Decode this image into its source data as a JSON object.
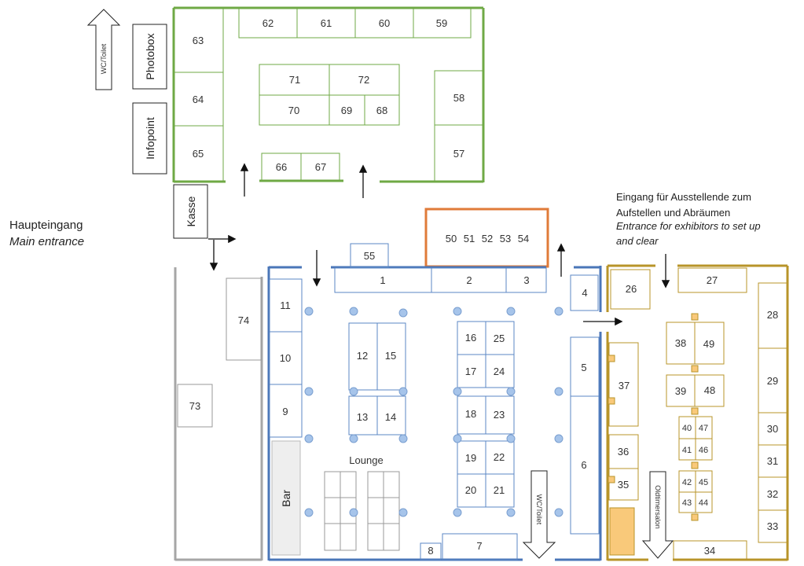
{
  "colors": {
    "green": "#6fa945",
    "blue": "#4a76b8",
    "boothBlue": "#5b87c4",
    "gold": "#b8942a",
    "orange": "#e07b39",
    "grey": "#a6a6a6",
    "pillar": "#a6c4ea",
    "barFill": "#eeeeee",
    "yellowFill": "#f9c97a"
  },
  "labels": {
    "main_entrance_de": "Haupteingang",
    "main_entrance_en": "Main entrance",
    "exhibitor_entrance_de_1": "Eingang für Ausstellende zum",
    "exhibitor_entrance_de_2": "Aufstellen und Abräumen",
    "exhibitor_entrance_en_1": "Entrance for exhibitors to set up",
    "exhibitor_entrance_en_2": "and clear",
    "photobox": "Photobox",
    "infopoint": "Infopoint",
    "kasse": "Kasse",
    "wc_toilet": "WC/Toilet",
    "bar": "Bar",
    "lounge": "Lounge",
    "oldtimersalon": "Oldtimersalon"
  },
  "booths": {
    "1": "1",
    "2": "2",
    "3": "3",
    "4": "4",
    "5": "5",
    "6": "6",
    "7": "7",
    "8": "8",
    "9": "9",
    "10": "10",
    "11": "11",
    "12": "12",
    "13": "13",
    "14": "14",
    "15": "15",
    "16": "16",
    "17": "17",
    "18": "18",
    "19": "19",
    "20": "20",
    "21": "21",
    "22": "22",
    "23": "23",
    "24": "24",
    "25": "25",
    "26": "26",
    "27": "27",
    "28": "28",
    "29": "29",
    "30": "30",
    "31": "31",
    "32": "32",
    "33": "33",
    "34": "34",
    "35": "35",
    "36": "36",
    "37": "37",
    "38": "38",
    "39": "39",
    "40": "40",
    "41": "41",
    "42": "42",
    "43": "43",
    "44": "44",
    "45": "45",
    "46": "46",
    "47": "47",
    "48": "48",
    "49": "49",
    "50": "50",
    "51": "51",
    "52": "52",
    "53": "53",
    "54": "54",
    "55": "55",
    "56": "",
    "57": "57",
    "58": "58",
    "59": "59",
    "60": "60",
    "61": "61",
    "62": "62",
    "63": "63",
    "64": "64",
    "65": "65",
    "66": "66",
    "67": "67",
    "68": "68",
    "69": "69",
    "70": "70",
    "71": "71",
    "72": "72",
    "73": "73",
    "74": "74"
  }
}
